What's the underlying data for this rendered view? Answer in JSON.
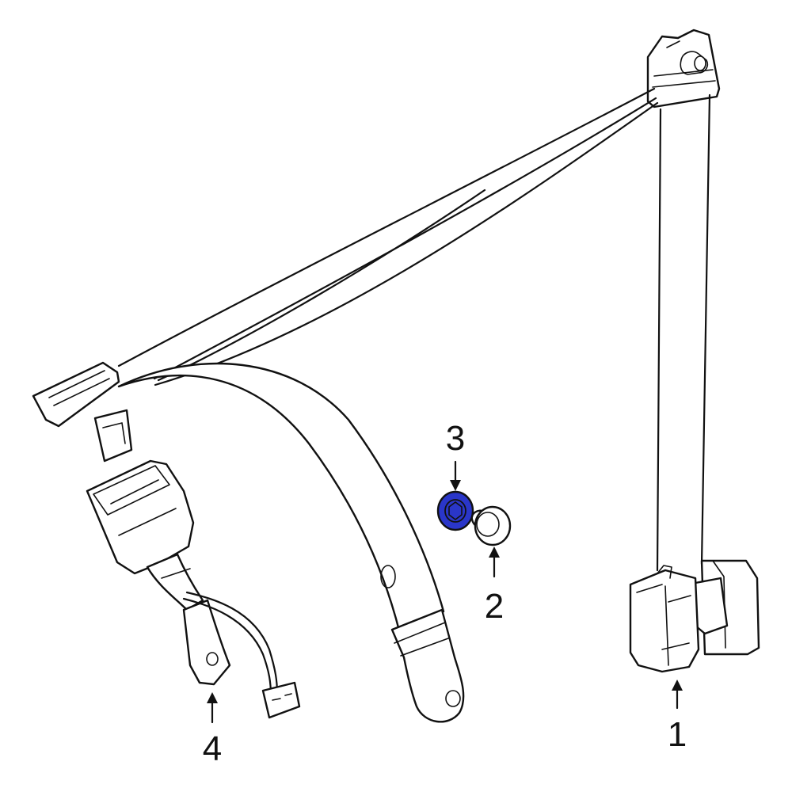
{
  "colors": {
    "line": "#111111",
    "background": "#ffffff",
    "highlight_fill": "#2a36c9"
  },
  "callouts": [
    {
      "id": "1",
      "label": "1",
      "highlighted": false
    },
    {
      "id": "2",
      "label": "2",
      "highlighted": false
    },
    {
      "id": "3",
      "label": "3",
      "highlighted": true
    },
    {
      "id": "4",
      "label": "4",
      "highlighted": false
    }
  ]
}
